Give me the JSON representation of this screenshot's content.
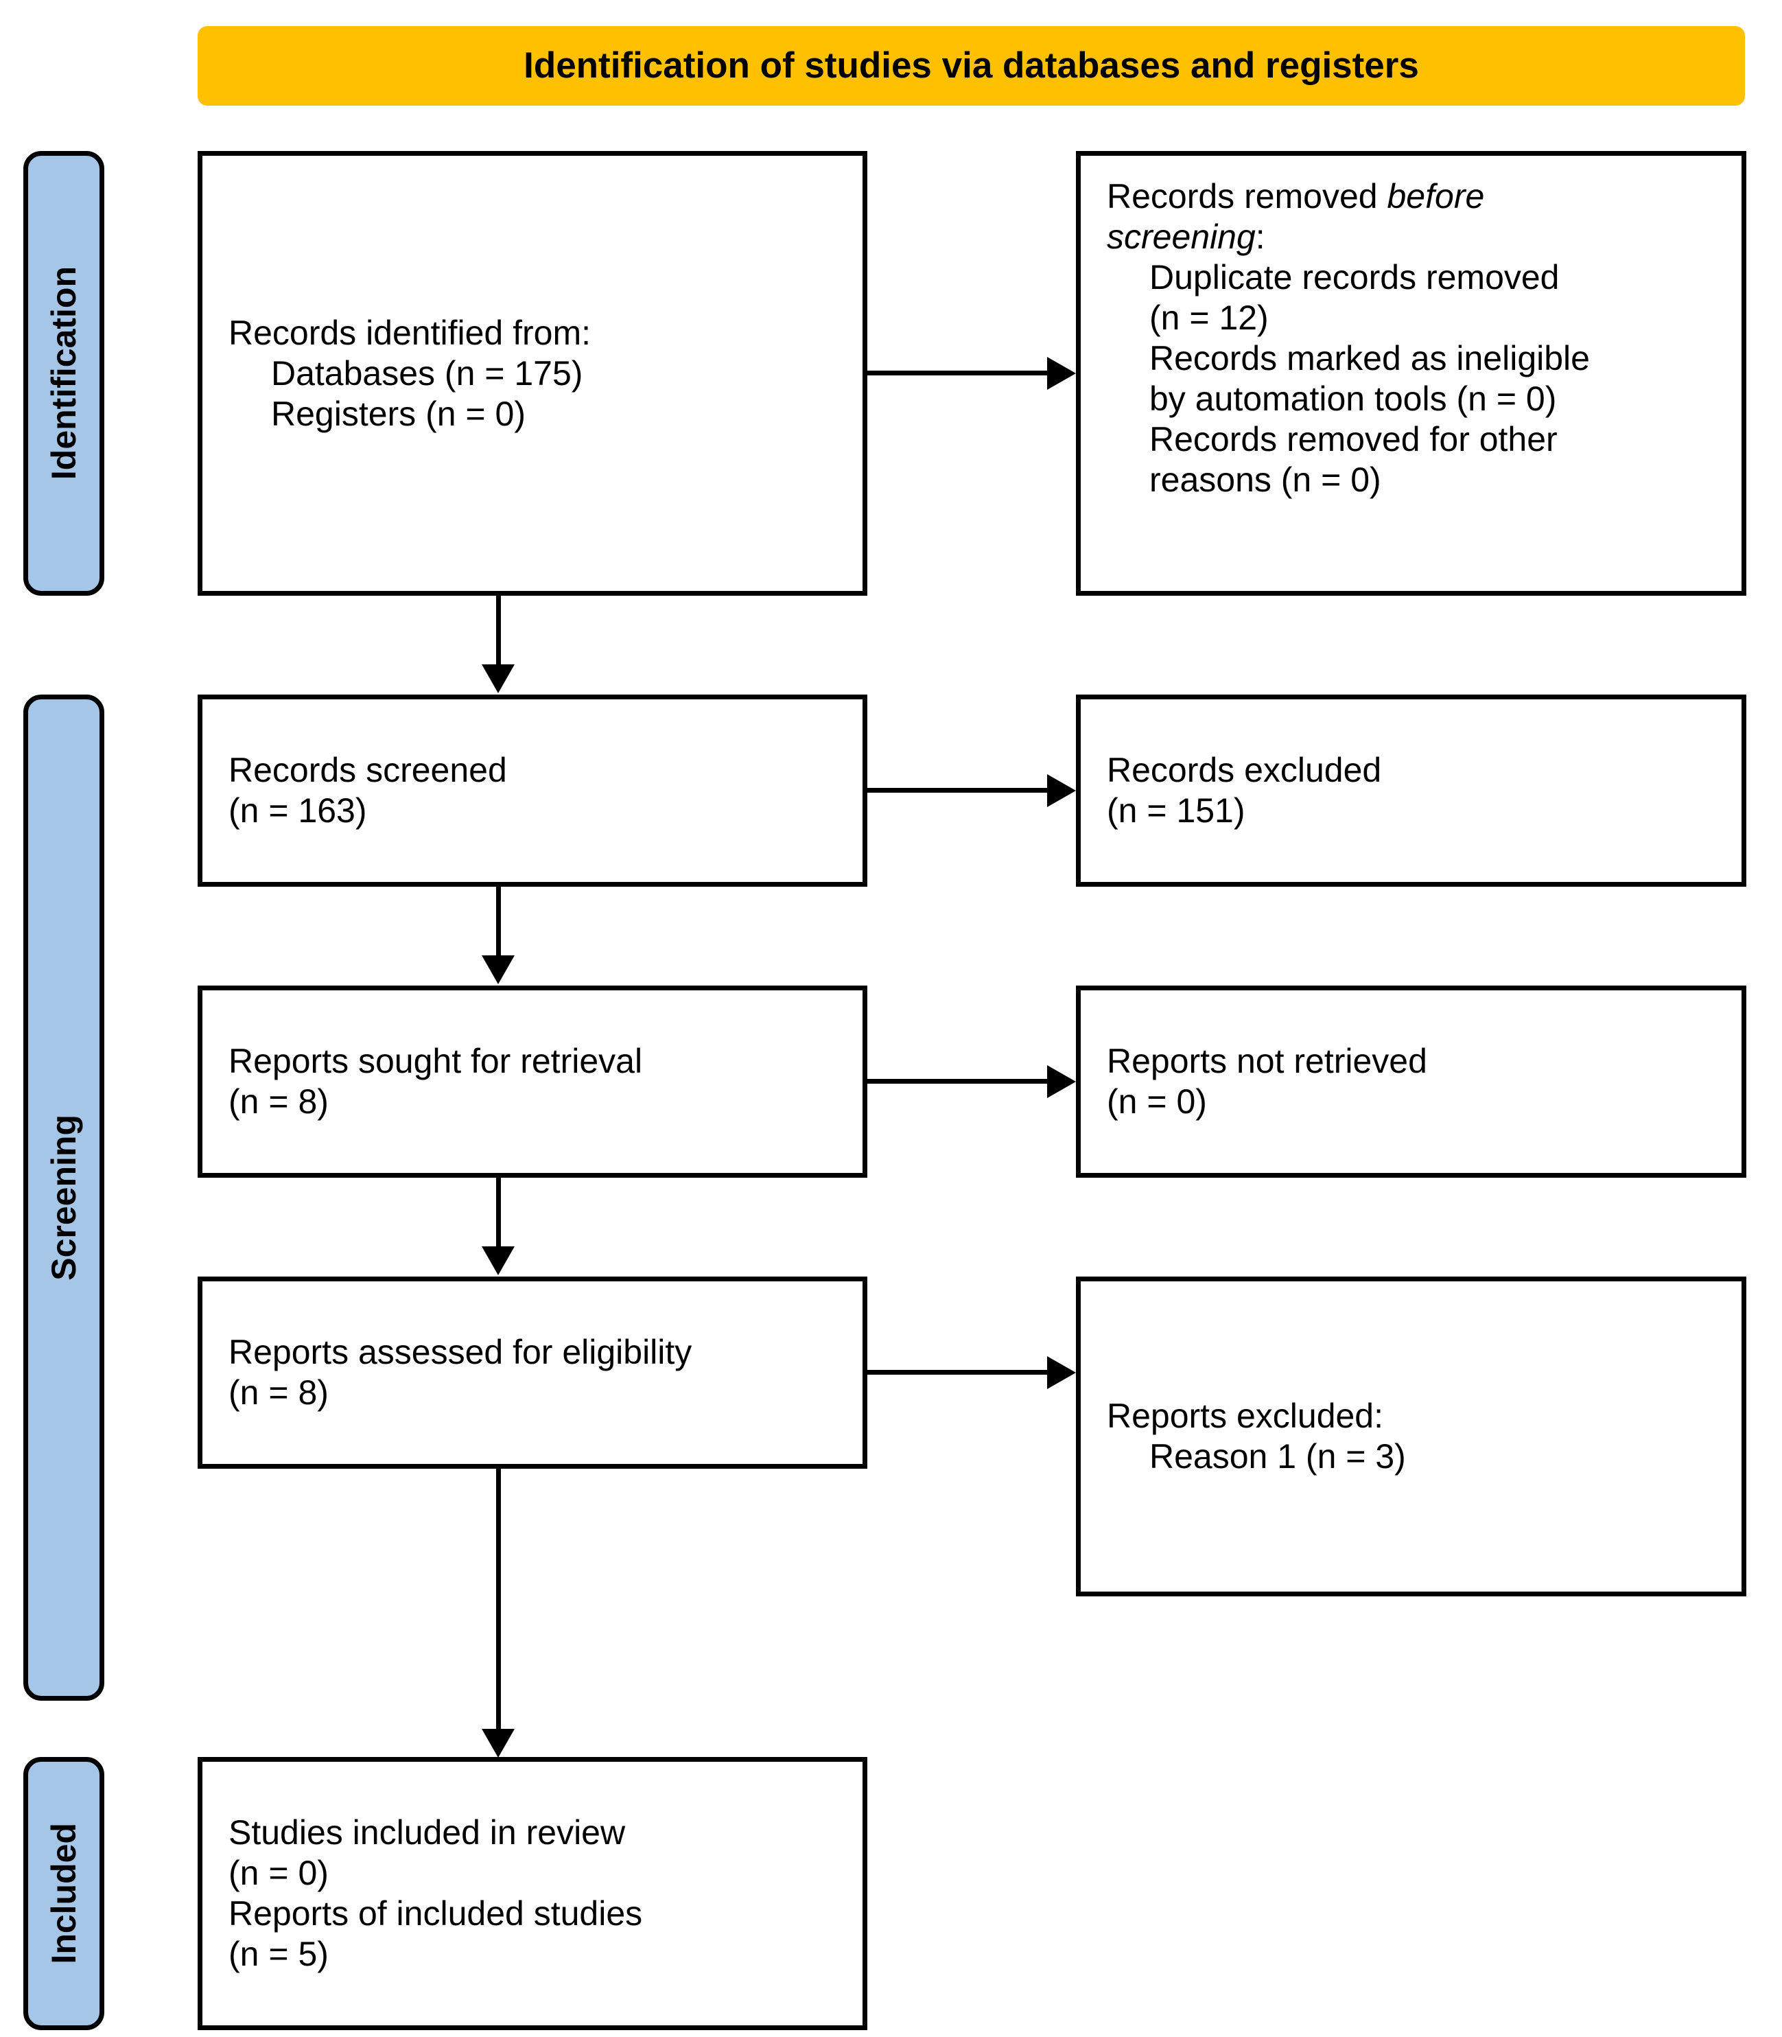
{
  "banner": {
    "title": "Identification of studies via databases and registers",
    "color": "#FFC000"
  },
  "stages": {
    "color": "#A6C6E8",
    "identification": "Identification",
    "screening": "Screening",
    "included": "Included"
  },
  "boxes": {
    "records_identified": {
      "line1": "Records identified from:",
      "line2": "Databases (n = 175)",
      "line3": "Registers (n = 0)"
    },
    "records_removed": {
      "line1_a": "Records removed ",
      "line1_b": "before",
      "line2_a": "screening",
      "line2_b": ":",
      "line3": "Duplicate records removed",
      "line4": "(n = 12)",
      "line5": "Records marked as ineligible",
      "line6": "by automation tools (n = 0)",
      "line7": "Records removed for other",
      "line8": "reasons (n = 0)"
    },
    "records_screened": {
      "line1": "Records screened",
      "line2": "(n = 163)"
    },
    "records_excluded": {
      "line1": "Records excluded",
      "line2": "(n = 151)"
    },
    "reports_sought": {
      "line1": "Reports sought for retrieval",
      "line2": "(n = 8)"
    },
    "reports_not_retrieved": {
      "line1": "Reports not retrieved",
      "line2": "(n = 0)"
    },
    "reports_assessed": {
      "line1": "Reports assessed for eligibility",
      "line2": "(n = 8)"
    },
    "reports_excluded": {
      "line1": "Reports excluded:",
      "line2": "Reason 1 (n = 3)"
    },
    "studies_included": {
      "line1": "Studies included in review",
      "line2": "(n = 0)",
      "line3": "Reports of included studies",
      "line4": "(n = 5)"
    }
  }
}
